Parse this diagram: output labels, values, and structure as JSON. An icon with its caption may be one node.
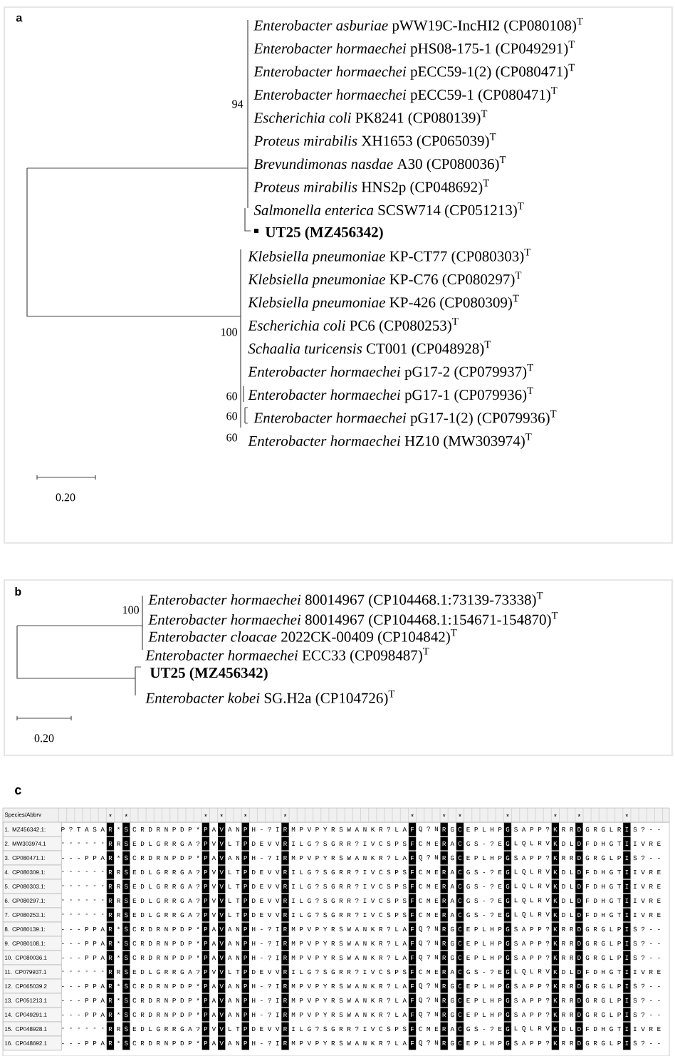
{
  "diagram": {
    "labels": [
      "a",
      "*Enterobacter asburiae* pWW19C-IncHI2 (CP080108)$^{T}$",
      "*Enterobacter hormaechei* pHS08-175-1 (CP049291)$^{T}$",
      "*Enterobacter hormaechei* pECC59-1(2) (CP080471)$^{T}$",
      "*Enterobacter hormaechei* pECC59-1 (CP080471)$^{T}$",
      "*Escherichia coli* PK8241 (CP080139)$^{T}$",
      "*Proteus mirabilis* XH1653 (CP065039)$^{T}$",
      "*Brevundimonas nasdae* A30 (CP080036)$^{T}$",
      "*Proteus mirabilis* HNS2p (CP048692)$^{T}$",
      "*Salmonella enterica* SCSW714 (CP051213)$^{T}$",
      "UT25 (MZ456342)",
      "*Klebsiella pneumoniae* KP-CT77 (CP080303)$^{T}$",
      "*Klebsiella pneumoniae* KP-C76 (CP080297)$^{T}$",
      "*Klebsiella pneumoniae* KP-426 (CP080309)$^{T}$",
      "*Escherichia coli* PC6 (CP080253)$^{T}$",
      "*Schaalia turicensis* CT001 (CP048928)$^{T}$",
      "*Enterobacter hormaechei* pG17-2 (CP079937)$^{T}$",
      "*Enterobacter hormaechei* pG17-1 (CP079936)$^{T}$",
      "*Enterobacter hormaechei* pG17-1(2) (CP079936)$^{T}$",
      "*Enterobacter hormaechei* HZ10 (MW303974)$^{T}$",
      "94",
      "100",
      "60",
      "60",
      "60",
      "0.20",
      "b",
      "100",
      "*Enterobacter hormaechei* 80014967 (CP104468.1:73139-73338)$^{T}$",
      "*Enterobacter hormaechei* 80014967 (CP104468.1:154671-154870)$^{T}$",
      "*Enterobacter cloacae* 2022CK-00409 (CP104842)$^{T}$",
      "*Enterobacter hormaechei* ECC33 (CP098487)$^{T}$",
      "UT25 (MZ456342)",
      "*Enterobacter kobei* SG.H2a (CP104726)$^{T}$",
      "0.20",
      "c",
      "Species/Abbrv",
      "*",
      "*",
      "*",
      "*",
      "*",
      "*",
      "*",
      "*",
      "*",
      "*",
      "*",
      "*",
      "*",
      "1. MZ456342.1:",
      "P ? T A S A",
      "R",
      "*",
      "S",
      "C R D R N P D P",
      "*",
      "P",
      "A",
      "V",
      "A N",
      "P",
      "H - ? I",
      "R",
      "M P V P Y R S W A N K R ? L A",
      "F",
      "Q ? N",
      "R",
      "G",
      "C",
      "E P L H P",
      "G",
      "S A P P ?",
      "K",
      "R R",
      "D",
      "G R G L R",
      "I",
      "S ? - -",
      "2. MW303974.1",
      "- - - - - -",
      "R",
      "R",
      "S",
      "E D L G R R G A",
      "?",
      "P",
      "V",
      "V",
      "L T",
      "P",
      "D E V V",
      "R",
      "I L G ? S G R R ? I V C S P S",
      "F",
      "C M E",
      "R",
      "A",
      "C",
      "G S - ? E",
      "G",
      "L Q L R V",
      "K",
      "D L",
      "D",
      "F D H G T",
      "I",
      "I V R E",
      "3. CP080471.1:",
      "- - - P P A",
      "R",
      "*",
      "S",
      "C R D R N P D P",
      "*",
      "P",
      "A",
      "V",
      "A N",
      "P",
      "H - ? I",
      "R",
      "M P V P Y R S W A N K R ? L A",
      "F",
      "Q ? N",
      "R",
      "G",
      "C",
      "E P L H P",
      "G",
      "S A P P ?",
      "K",
      "R R",
      "D",
      "G R G L P",
      "I",
      "S ? - -",
      "4. CP080309.1:",
      "- - - - - -",
      "R",
      "R",
      "S",
      "E D L G R R G A",
      "?",
      "P",
      "V",
      "V",
      "L T",
      "P",
      "D E V V",
      "R",
      "I L G ? S G R R ? I V C S P S",
      "F",
      "C M E",
      "R",
      "A",
      "C",
      "G S - ? E",
      "G",
      "L Q L R V",
      "K",
      "D L",
      "D",
      "F D H G T",
      "I",
      "I V R E",
      "5. CP080303.1:",
      "- - - - - -",
      "R",
      "R",
      "S",
      "E D L G R R G A",
      "?",
      "P",
      "V",
      "V",
      "L T",
      "P",
      "D E V V",
      "R",
      "I L G ? S G R R ? I V C S P S",
      "F",
      "C M E",
      "R",
      "A",
      "C",
      "G S - ? E",
      "G",
      "L Q L R V",
      "K",
      "D L",
      "D",
      "F D H G T",
      "I",
      "I V R E",
      "6. CP080297.1:",
      "- - - - - -",
      "R",
      "R",
      "S",
      "E D L G R R G A",
      "?",
      "P",
      "V",
      "V",
      "L T",
      "P",
      "D E V V",
      "R",
      "I L G ? S G R R ? I V C S P S",
      "F",
      "C M E",
      "R",
      "A",
      "C",
      "G S - ? E",
      "G",
      "L Q L R V",
      "K",
      "D L",
      "D",
      "F D H G T",
      "I",
      "I V R E",
      "7. CP080253.1:",
      "- - - - - -",
      "R",
      "R",
      "S",
      "E D L G R R G A",
      "?",
      "P",
      "V",
      "V",
      "L T",
      "P",
      "D E V V",
      "R",
      "I L G ? S G R R ? I V C S P S",
      "F",
      "C M E",
      "R",
      "A",
      "C",
      "G S - ? E",
      "G",
      "L Q L R V",
      "K",
      "D L",
      "D",
      "F D H G T",
      "I",
      "I V R E",
      "8. CP080139.1:",
      "- - - P P A",
      "R",
      "*",
      "S",
      "C R D R N P D P",
      "*",
      "P",
      "A",
      "V",
      "A N",
      "P",
      "H - ? I",
      "R",
      "M P V P Y R S W A N K R ? L A",
      "F",
      "Q ? N",
      "R",
      "G",
      "C",
      "E P L H P",
      "G",
      "S A P P ?",
      "K",
      "R R",
      "D",
      "G R G L P",
      "I",
      "S ? - -",
      "9. CP080108.1:",
      "- - - P P A",
      "R",
      "*",
      "S",
      "C R D R N P D P",
      "*",
      "P",
      "A",
      "V",
      "A N",
      "P",
      "H - ? I",
      "R",
      "M P V P Y R S W A N K R ? L A",
      "F",
      "Q ? N",
      "R",
      "G",
      "C",
      "E P L H P",
      "G",
      "S A P P ?",
      "K",
      "R R",
      "D",
      "G R G L P",
      "I",
      "S ? - -",
      "10. CP080036.1",
      "- - - P P A",
      "R",
      "*",
      "S",
      "C R D R N P D P",
      "*",
      "P",
      "A",
      "V",
      "A N",
      "P",
      "H - ? I",
      "R",
      "M P V P Y R S W A N K R ? L A",
      "F",
      "Q ? N",
      "R",
      "G",
      "C",
      "E P L H P",
      "G",
      "S A P P ?",
      "K",
      "R R",
      "D",
      "G R G L P",
      "I",
      "S ? - -",
      "11. CP079937.1",
      "- - - - - -",
      "R",
      "R",
      "S",
      "E D L G R R G A",
      "?",
      "P",
      "V",
      "V",
      "L T",
      "P",
      "D E V V",
      "R",
      "I L G ? S G R R ? I V C S P S",
      "F",
      "C M E",
      "R",
      "A",
      "C",
      "G S - ? E",
      "G",
      "L Q L R V",
      "K",
      "D L",
      "D",
      "F D H G T",
      "I",
      "I V R E",
      "12. CP065039.2",
      "- - - P P A",
      "R",
      "*",
      "S",
      "C R D R N P D P",
      "*",
      "P",
      "A",
      "V",
      "A N",
      "P",
      "H - ? I",
      "R",
      "M P V P Y R S W A N K R ? L A",
      "F",
      "Q ? N",
      "R",
      "G",
      "C",
      "E P L H P",
      "G",
      "S A P P ?",
      "K",
      "R R",
      "D",
      "G R G L P",
      "I",
      "S ? - -",
      "13. CP051213.1",
      "- - - P P A",
      "R",
      "*",
      "S",
      "C R D R N P D P",
      "*",
      "P",
      "A",
      "V",
      "A N",
      "P",
      "H - ? I",
      "R",
      "M P V P Y R S W A N K R ? L A",
      "F",
      "Q ? N",
      "R",
      "G",
      "C",
      "E P L H P",
      "G",
      "S A P P ?",
      "K",
      "R R",
      "D",
      "G R G L P",
      "I",
      "S ? - -",
      "14. CP049291.1",
      "- - - P P A",
      "R",
      "*",
      "S",
      "C R D R N P D P",
      "*",
      "P",
      "A",
      "V",
      "A N",
      "P",
      "H - ? I",
      "R",
      "M P V P Y R S W A N K R ? L A",
      "F",
      "Q ? N",
      "R",
      "G",
      "C",
      "E P L H P",
      "G",
      "S A P P ?",
      "K",
      "R R",
      "D",
      "G R G L P",
      "I",
      "S ? - -",
      "15. CP048928.1",
      "- - - - - -",
      "R",
      "R",
      "S",
      "E D L G R R G A",
      "?",
      "P",
      "V",
      "V",
      "L T",
      "P",
      "D E V V",
      "R",
      "I L G ? S G R R ? I V C S P S",
      "F",
      "C M E",
      "R",
      "A",
      "C",
      "G S - ? E",
      "G",
      "L Q L R V",
      "K",
      "D L",
      "D",
      "F D H G T",
      "I",
      "I V R E",
      "16. CP048692.1",
      "- - - P P A",
      "R",
      "*",
      "S",
      "C R D R N P D P",
      "*",
      "P",
      "A",
      "V",
      "A N",
      "P",
      "H - ? I",
      "R",
      "M P V P Y R S W A N K R ? L A",
      "F",
      "Q ? N",
      "R",
      "G",
      "C",
      "E P L H P",
      "G",
      "S A P P ?",
      "K",
      "R R",
      "D",
      "G R G L P",
      "I",
      "S ? - -"
    ]
  }
}
